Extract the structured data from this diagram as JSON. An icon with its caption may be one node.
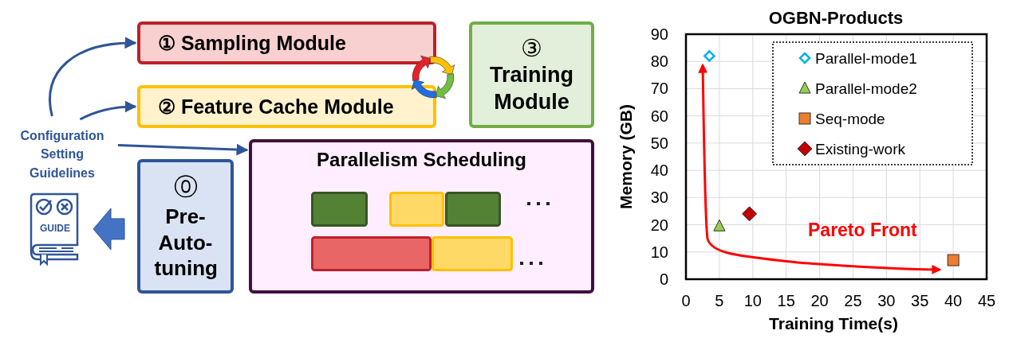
{
  "diagram": {
    "nodes": [
      {
        "text": [
          "① Sampling Module"
        ]
      },
      {
        "text": [
          "② Feature Cache Module"
        ]
      },
      {
        "text": [
          "③",
          "Training Module"
        ]
      },
      {
        "text": [
          "Configuration Setting Guidelines"
        ]
      },
      {
        "text": [
          "Parallelism Scheduling"
        ]
      },
      {
        "text": [
          "⓪",
          "Pre-Auto-tuning"
        ]
      },
      {
        "text": [
          "GUIDE"
        ]
      }
    ],
    "edges": [
      {
        "from": 3,
        "to": 0,
        "arrow": "to"
      },
      {
        "from": 3,
        "to": 1,
        "arrow": "to"
      },
      {
        "from": 3,
        "to": 4,
        "arrow": "to"
      },
      {
        "from": 5,
        "to": 6,
        "arrow": "to",
        "style": "thick",
        "color": "#4472c4"
      }
    ],
    "chart_data": {
      "type": "scatter",
      "title": "OGBN-Products",
      "xlabel": "Training Time(s)",
      "ylabel": "Memory (GB)",
      "xlim": [
        0,
        45
      ],
      "ylim": [
        0,
        90
      ],
      "xticks": [
        0,
        5,
        10,
        15,
        20,
        25,
        30,
        35,
        40,
        45
      ],
      "yticks": [
        0,
        10,
        20,
        30,
        40,
        50,
        60,
        70,
        80,
        90
      ],
      "x": [
        3.5,
        5,
        40,
        9.5
      ],
      "series": [
        {
          "name": "Parallel-mode1",
          "color": "#00b0f0",
          "values": [
            82,
            null,
            null,
            null
          ]
        },
        {
          "name": "Parallel-mode2",
          "color": "#92d050",
          "values": [
            null,
            19.5,
            null,
            null
          ]
        },
        {
          "name": "Seq-mode",
          "color": "#ed7d31",
          "values": [
            null,
            null,
            7,
            null
          ]
        },
        {
          "name": "Existing-work",
          "color": "#c00000",
          "values": [
            null,
            null,
            null,
            24
          ]
        }
      ],
      "annotations": [
        "Pareto Front"
      ],
      "grid": true,
      "legend": "upper right"
    }
  }
}
